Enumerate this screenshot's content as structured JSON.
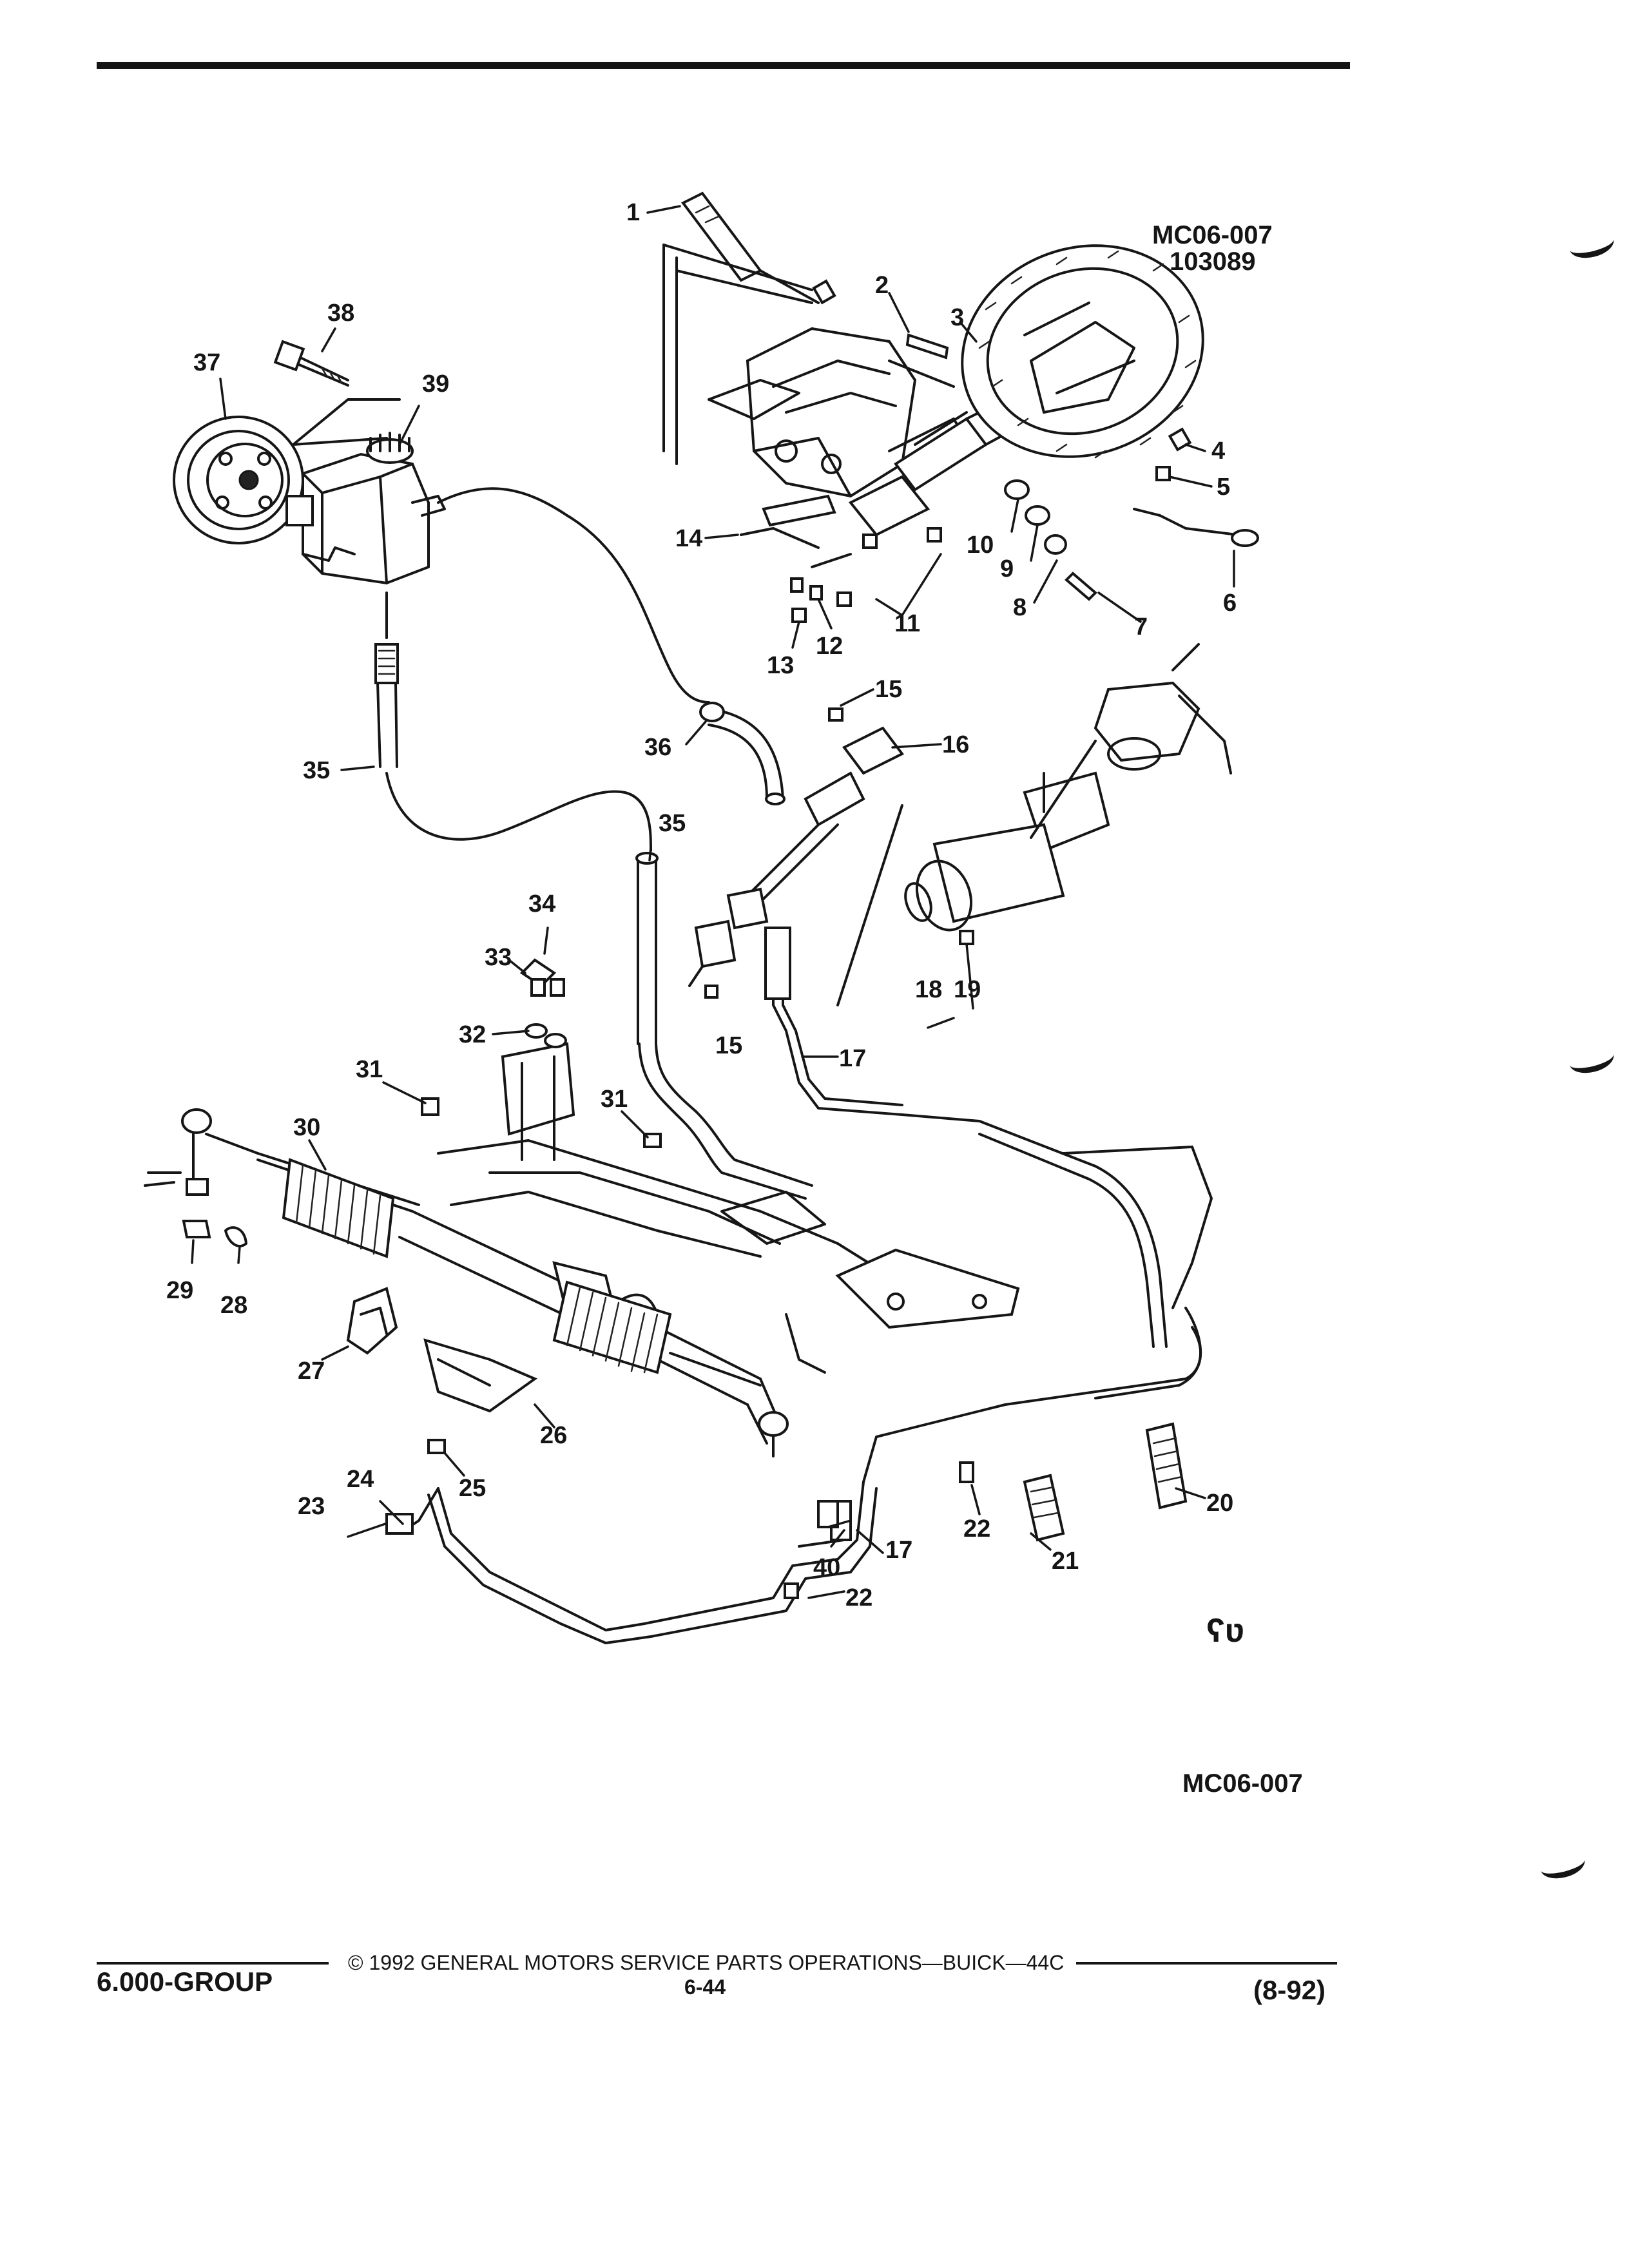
{
  "drawing": {
    "code_top": "MC06-007",
    "date_code": "103089",
    "code_bottom": "MC06-007",
    "logo_mark": "ʕʋ",
    "callouts": [
      {
        "id": "c1",
        "label": "1"
      },
      {
        "id": "c2",
        "label": "2"
      },
      {
        "id": "c3",
        "label": "3"
      },
      {
        "id": "c4",
        "label": "4"
      },
      {
        "id": "c5",
        "label": "5"
      },
      {
        "id": "c6",
        "label": "6"
      },
      {
        "id": "c7",
        "label": "7"
      },
      {
        "id": "c8",
        "label": "8"
      },
      {
        "id": "c9",
        "label": "9"
      },
      {
        "id": "c10",
        "label": "10"
      },
      {
        "id": "c11",
        "label": "11"
      },
      {
        "id": "c12",
        "label": "12"
      },
      {
        "id": "c13",
        "label": "13"
      },
      {
        "id": "c14",
        "label": "14"
      },
      {
        "id": "c15a",
        "label": "15"
      },
      {
        "id": "c15b",
        "label": "15"
      },
      {
        "id": "c16",
        "label": "16"
      },
      {
        "id": "c17a",
        "label": "17"
      },
      {
        "id": "c17b",
        "label": "17"
      },
      {
        "id": "c18",
        "label": "18"
      },
      {
        "id": "c19",
        "label": "19"
      },
      {
        "id": "c20",
        "label": "20"
      },
      {
        "id": "c21",
        "label": "21"
      },
      {
        "id": "c22a",
        "label": "22"
      },
      {
        "id": "c22b",
        "label": "22"
      },
      {
        "id": "c23",
        "label": "23"
      },
      {
        "id": "c24",
        "label": "24"
      },
      {
        "id": "c25",
        "label": "25"
      },
      {
        "id": "c26",
        "label": "26"
      },
      {
        "id": "c27",
        "label": "27"
      },
      {
        "id": "c28",
        "label": "28"
      },
      {
        "id": "c29",
        "label": "29"
      },
      {
        "id": "c30",
        "label": "30"
      },
      {
        "id": "c31a",
        "label": "31"
      },
      {
        "id": "c31b",
        "label": "31"
      },
      {
        "id": "c32",
        "label": "32"
      },
      {
        "id": "c33",
        "label": "33"
      },
      {
        "id": "c34",
        "label": "34"
      },
      {
        "id": "c35a",
        "label": "35"
      },
      {
        "id": "c35b",
        "label": "35"
      },
      {
        "id": "c36",
        "label": "36"
      },
      {
        "id": "c37",
        "label": "37"
      },
      {
        "id": "c38",
        "label": "38"
      },
      {
        "id": "c39",
        "label": "39"
      },
      {
        "id": "c40",
        "label": "40"
      }
    ]
  },
  "footer": {
    "section": "6.000-GROUP",
    "copyright": "© 1992 GENERAL MOTORS SERVICE PARTS OPERATIONS—BUICK—44C",
    "page_number": "6-44",
    "revision": "(8-92)"
  }
}
